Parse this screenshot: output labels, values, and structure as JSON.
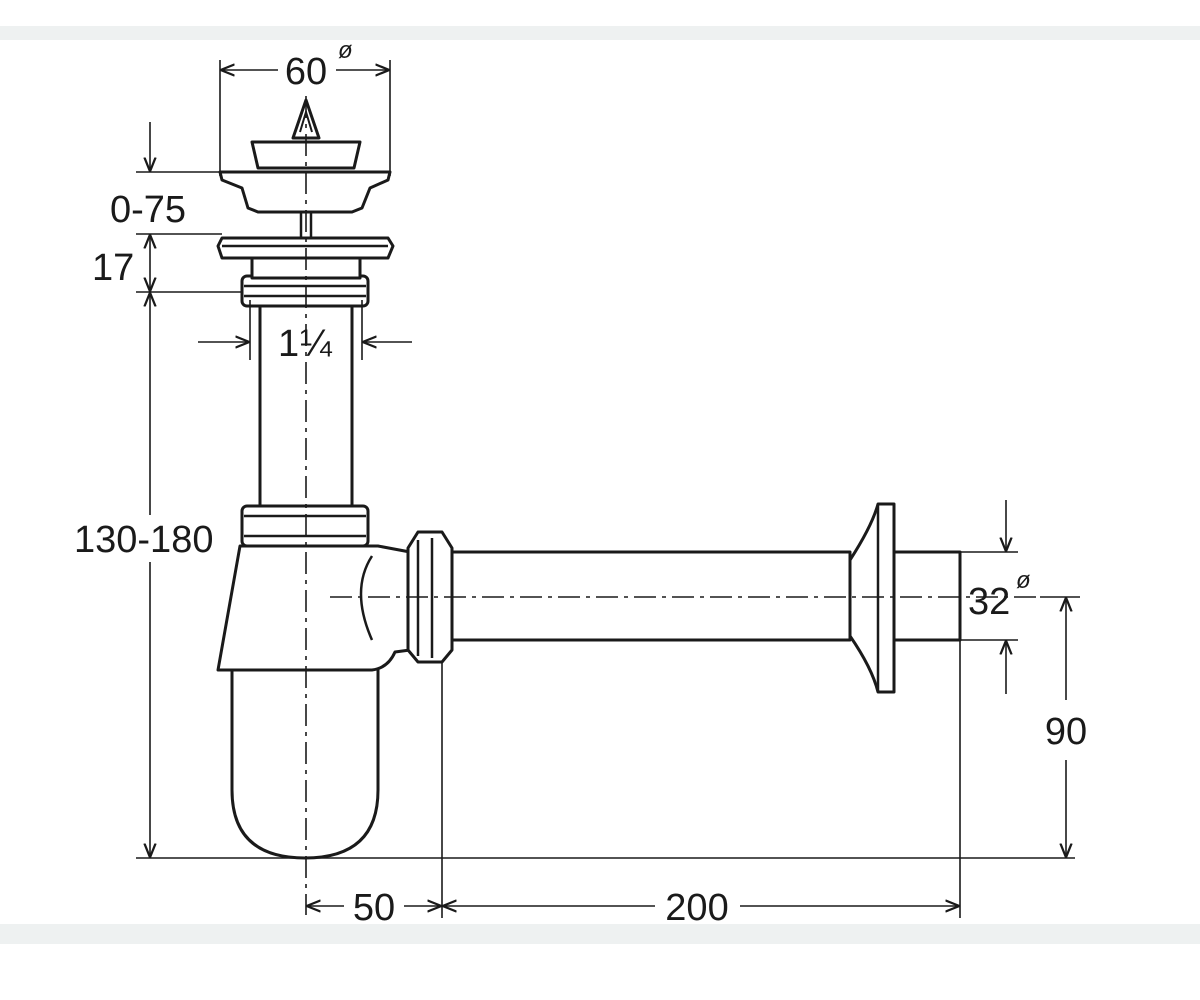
{
  "labels": {
    "top_diameter": "60",
    "top_diameter_sym": "ø",
    "adjust_range": "0-75",
    "flange_height": "17",
    "tube_size_whole": "1",
    "tube_size_frac": "¼",
    "height_range": "130-180",
    "outlet_diameter": "32",
    "outlet_diameter_sym": "ø",
    "outlet_height": "90",
    "offset": "50",
    "outlet_length": "200"
  },
  "colors": {
    "line": "#1a1a1a",
    "band": "#eef1f1",
    "background": "#ffffff"
  }
}
